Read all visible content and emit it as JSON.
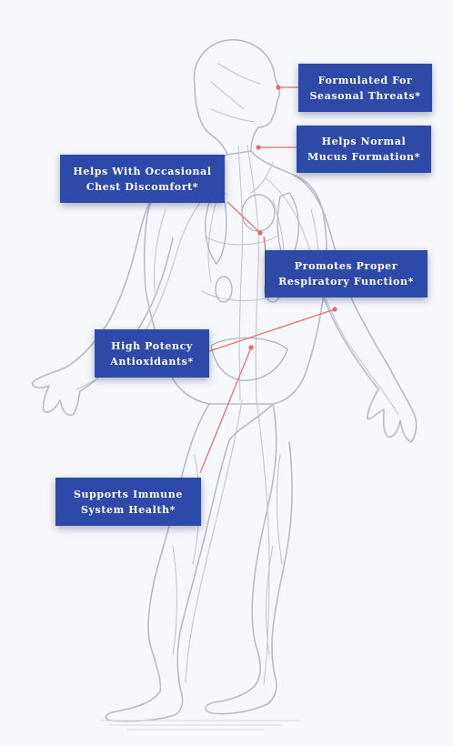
{
  "colors": {
    "background": "#f7f8fc",
    "callout_fill": "#2d4aa8",
    "callout_text": "#ffffff",
    "leader_line": "#e86a6a",
    "figure_stroke": "#b7bccb"
  },
  "illustration": {
    "icon": "human-anatomy-circulatory-figure-icon"
  },
  "callouts": [
    {
      "id": "seasonal-threats",
      "line1": "Formulated For",
      "line2": "Seasonal Threats*"
    },
    {
      "id": "mucus-formation",
      "line1": "Helps Normal",
      "line2": "Mucus Formation*"
    },
    {
      "id": "chest-discomfort",
      "line1": "Helps With Occasional",
      "line2": "Chest Discomfort*"
    },
    {
      "id": "respiratory-function",
      "line1": "Promotes Proper",
      "line2": "Respiratory Function*"
    },
    {
      "id": "antioxidants",
      "line1": "High Potency",
      "line2": "Antioxidants*"
    },
    {
      "id": "immune-health",
      "line1": "Supports Immune",
      "line2": "System Health*"
    }
  ]
}
